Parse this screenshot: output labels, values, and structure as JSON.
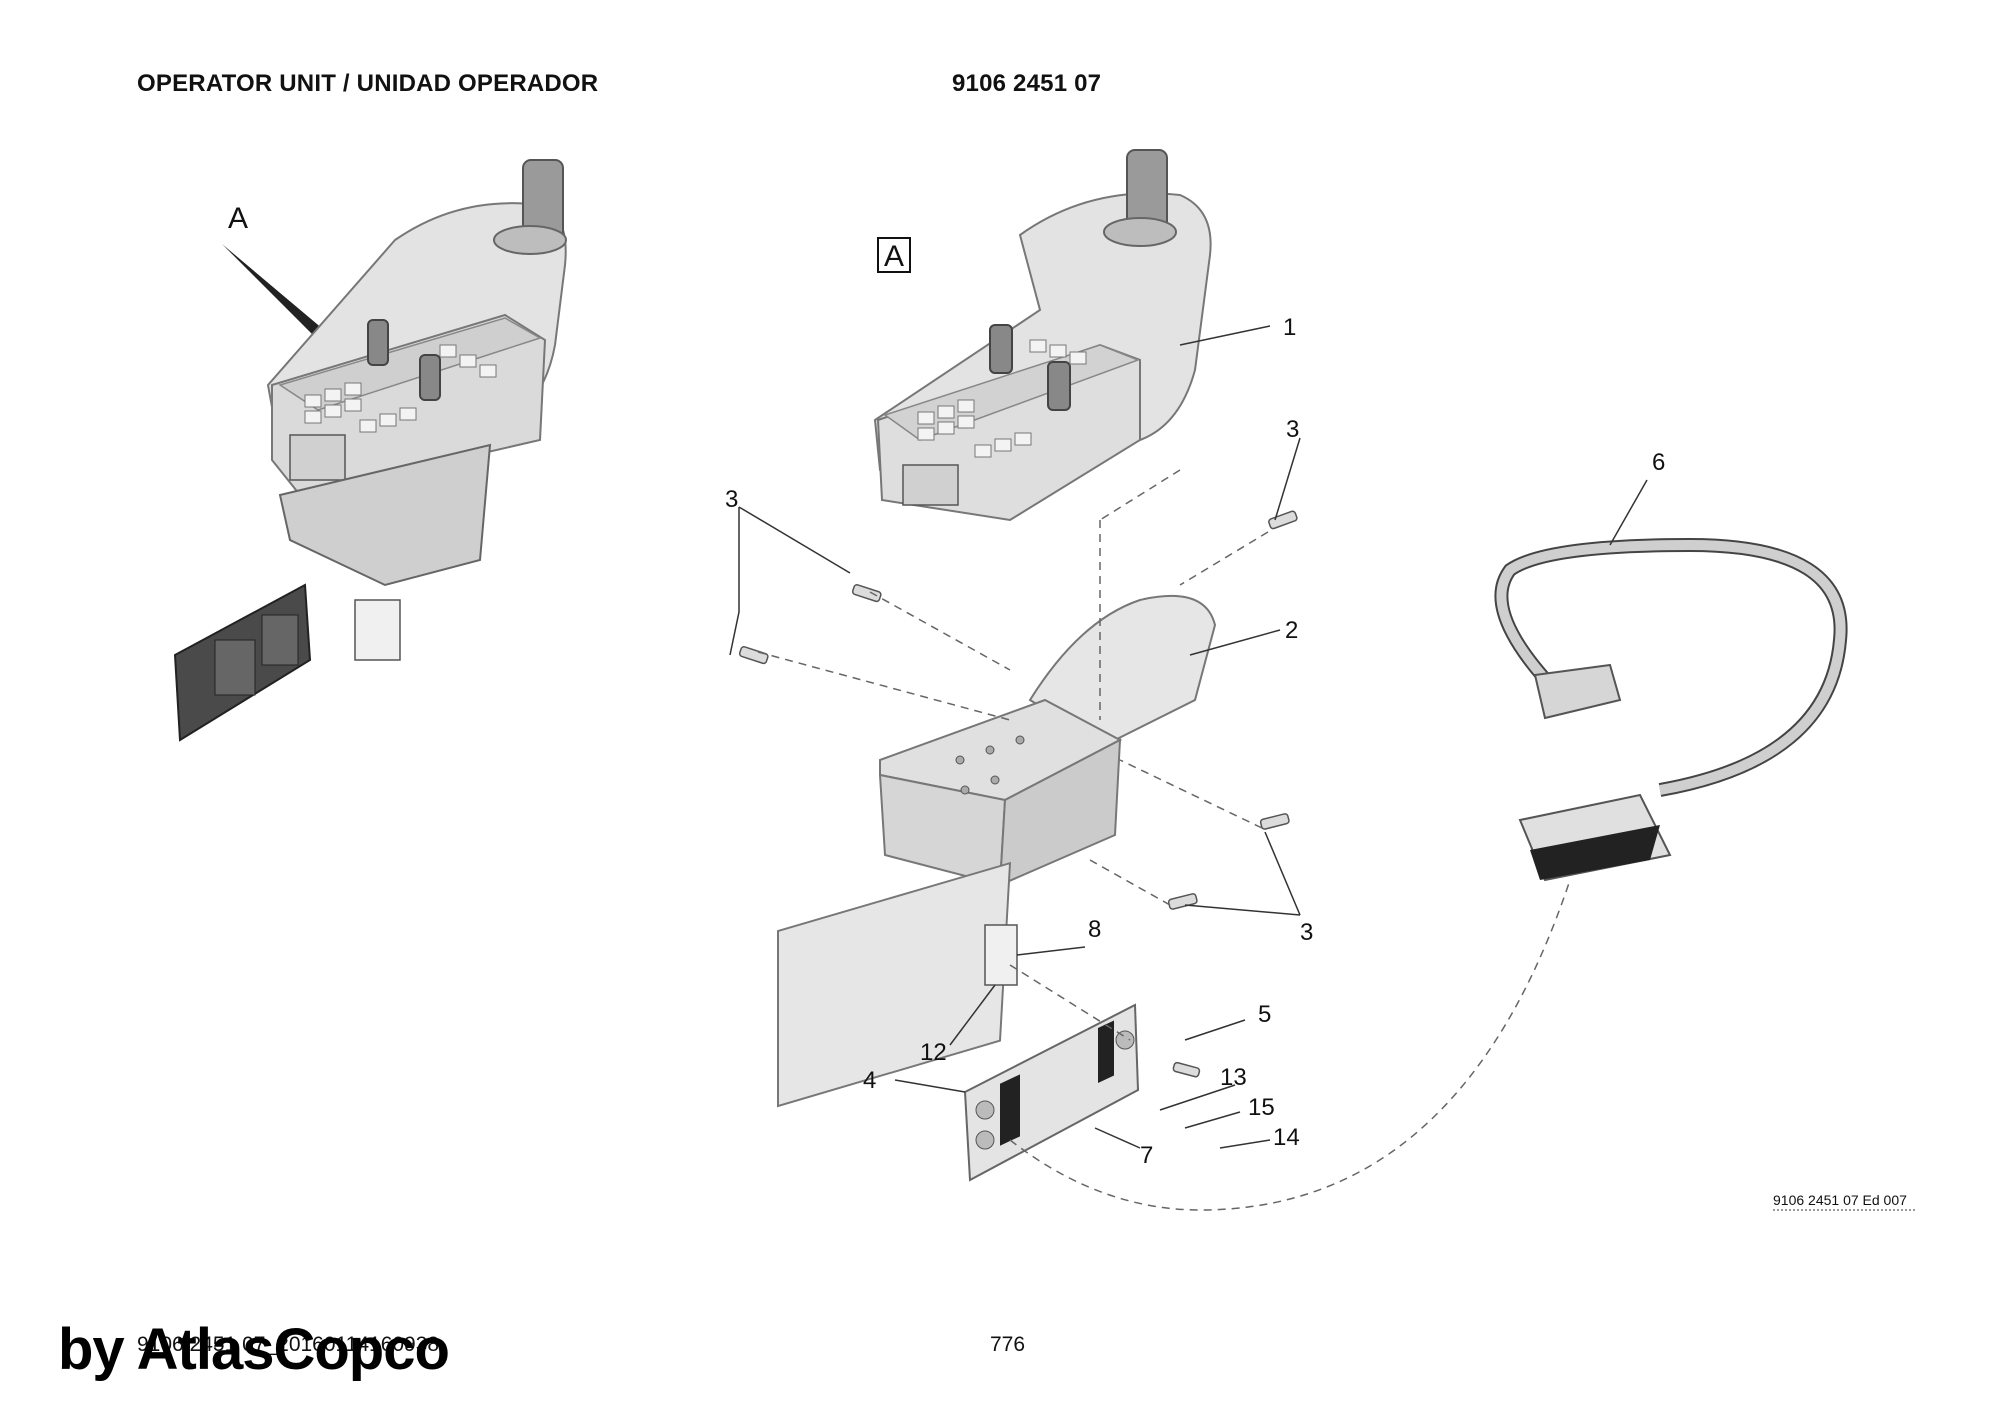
{
  "header": {
    "title": "OPERATOR UNIT / UNIDAD OPERADOR",
    "part_number": "9106 2451 07"
  },
  "view_label": "A",
  "detail_label": "A",
  "callouts": {
    "c1": "1",
    "c2": "2",
    "c3a": "3",
    "c3b": "3",
    "c3c": "3",
    "c4": "4",
    "c5": "5",
    "c6": "6",
    "c7": "7",
    "c8": "8",
    "c12": "12",
    "c13": "13",
    "c14": "14",
    "c15": "15"
  },
  "edition": "9106 2451 07 Ed 007",
  "footer": {
    "doc_id": "9106 2451 07_20160114160938",
    "page": "776",
    "watermark": "by AtlasCopco"
  }
}
